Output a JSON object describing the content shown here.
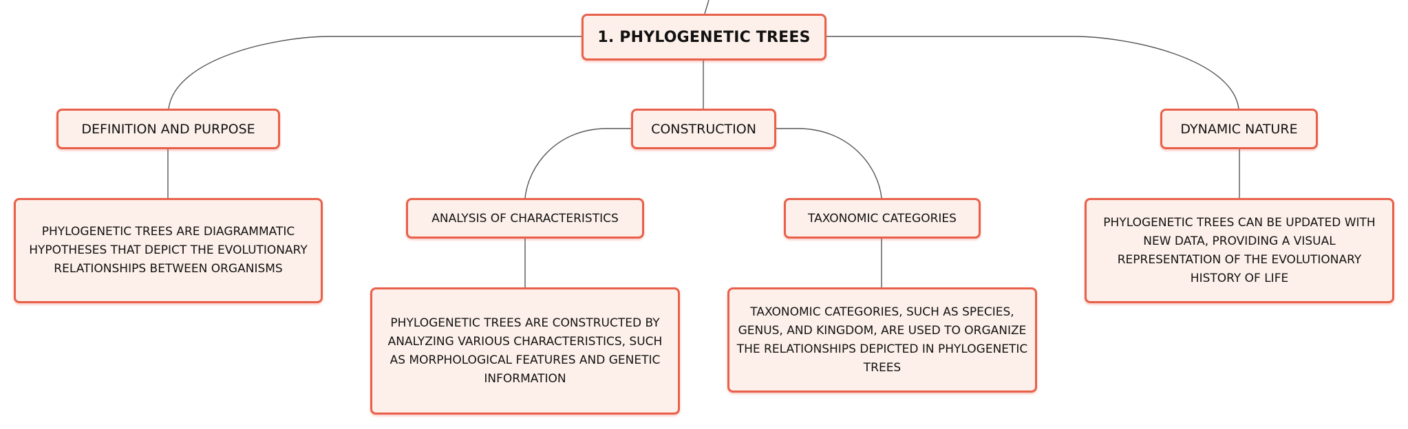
{
  "colors": {
    "node_border": "#e8604a",
    "node_fill": "#fdf0ea",
    "connector": "#555555"
  },
  "root": {
    "label": "1. PHYLOGENETIC TREES"
  },
  "branches": [
    {
      "label": "DEFINITION AND PURPOSE",
      "detail": "PHYLOGENETIC TREES ARE DIAGRAMMATIC HYPOTHESES THAT DEPICT THE EVOLUTIONARY RELATIONSHIPS BETWEEN ORGANISMS"
    },
    {
      "label": "CONSTRUCTION",
      "children": [
        {
          "label": "ANALYSIS OF CHARACTERISTICS",
          "detail": "PHYLOGENETIC TREES ARE CONSTRUCTED BY ANALYZING VARIOUS CHARACTERISTICS, SUCH AS MORPHOLOGICAL FEATURES AND GENETIC INFORMATION"
        },
        {
          "label": "TAXONOMIC CATEGORIES",
          "detail": "TAXONOMIC CATEGORIES, SUCH AS SPECIES, GENUS, AND KINGDOM, ARE USED TO ORGANIZE THE RELATIONSHIPS DEPICTED IN PHYLOGENETIC TREES"
        }
      ]
    },
    {
      "label": "DYNAMIC NATURE",
      "detail": "PHYLOGENETIC TREES CAN BE UPDATED WITH NEW DATA, PROVIDING A VISUAL REPRESENTATION OF THE EVOLUTIONARY HISTORY OF LIFE"
    }
  ]
}
